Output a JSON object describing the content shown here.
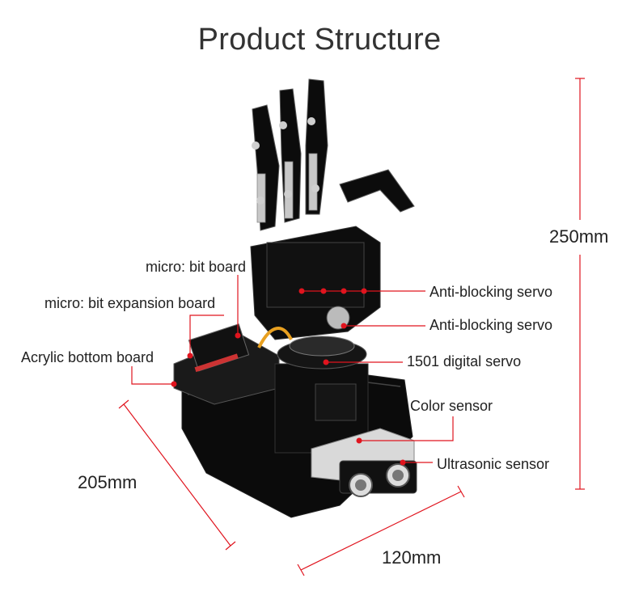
{
  "title": "Product Structure",
  "labels": {
    "micro_bit_board": "micro: bit board",
    "expansion_board": "micro: bit expansion board",
    "acrylic_board": "Acrylic bottom board",
    "anti_blocking_1": "Anti-blocking servo",
    "anti_blocking_2": "Anti-blocking servo",
    "digital_servo": "1501 digital servo",
    "color_sensor": "Color sensor",
    "ultrasonic_sensor": "Ultrasonic sensor"
  },
  "dimensions": {
    "height": "250mm",
    "depth": "205mm",
    "width": "120mm"
  },
  "colors": {
    "callout": "#e0141e",
    "body": "#0c0c0c",
    "metal": "#c8c8c8"
  }
}
